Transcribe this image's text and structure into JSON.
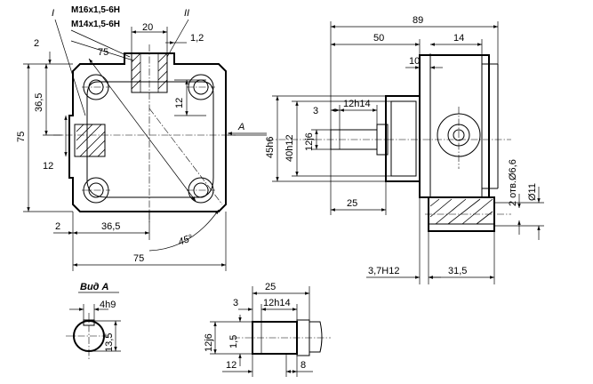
{
  "front_view": {
    "roman_I": "I",
    "roman_II": "II",
    "thread_1": "M16x1,5-6H",
    "thread_2": "M14x1,5-6H",
    "dim_20": "20",
    "dim_1_2": "1,2",
    "dim_2_top": "2",
    "dim_75_diag": "75",
    "dim_36_5_v": "36,5",
    "dim_75_v": "75",
    "dim_12_right": "12",
    "dim_12_left": "12",
    "dim_2_bottom": "2",
    "dim_36_5_h": "36,5",
    "dim_75_h": "75",
    "angle_45": "45°",
    "arrow_A": "A"
  },
  "side_view": {
    "dim_89": "89",
    "dim_50": "50",
    "dim_14": "14",
    "dim_10": "10",
    "dim_3": "3",
    "dim_12h14": "12h14",
    "dim_45h6": "45h6",
    "dim_40h12": "40h12",
    "dim_12j6": "12j6",
    "dim_25": "25",
    "holes_note": "2 отв.Ø6,6",
    "dim_d11": "Ø11",
    "dim_3_7h12": "3,7H12",
    "dim_31_5": "31,5"
  },
  "view_a": {
    "title": "Вид A",
    "dim_4h9": "4h9",
    "dim_13_5": "13,5"
  },
  "shaft_detail": {
    "dim_25": "25",
    "dim_3": "3",
    "dim_12h14": "12h14",
    "dim_12j6": "12j6",
    "dim_1_5": "1,5",
    "dim_12": "12",
    "dim_8": "8"
  }
}
